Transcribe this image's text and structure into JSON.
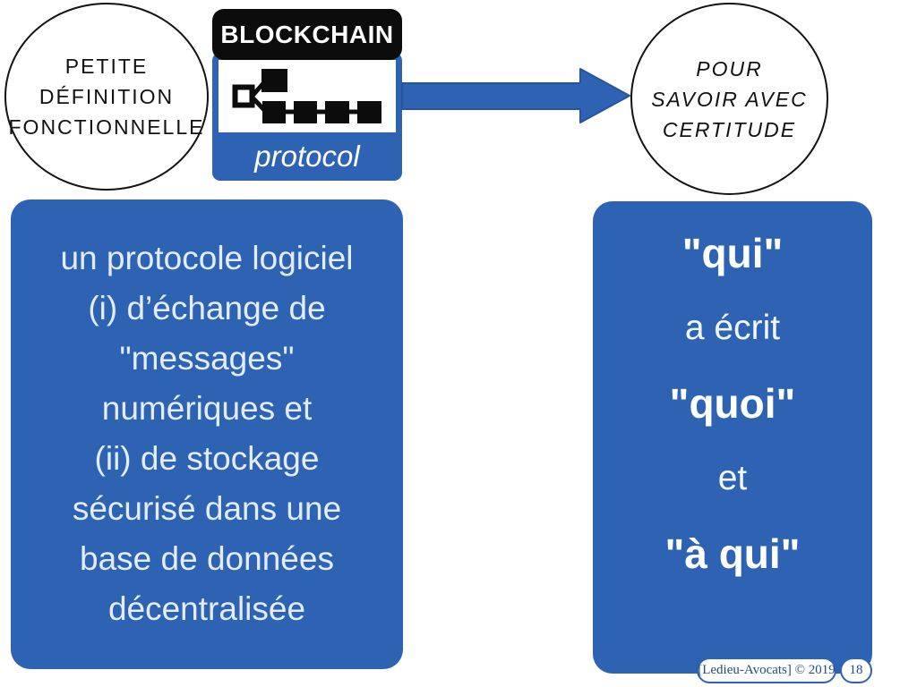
{
  "colors": {
    "accent": "#2E63B4",
    "accent-dark": "#2456A0",
    "ink": "#121212",
    "text-on-blue": "#E2ECFA",
    "footer-text": "#1F4E79"
  },
  "left_bubble": {
    "lines": [
      "PETITE",
      "DÉFINITION",
      "FONCTIONNELLE"
    ]
  },
  "right_bubble": {
    "lines": [
      "POUR",
      "SAVOIR AVEC",
      "CERTITUDE"
    ]
  },
  "logo": {
    "title": "BLOCKCHAIN",
    "subtitle": "protocol",
    "icon": "blockchain-diagram-icon"
  },
  "left_box": {
    "lines": [
      "un protocole logiciel",
      "(i) d’échange de",
      "\"messages\"",
      "numériques et",
      "(ii) de stockage",
      "sécurisé dans une",
      "base de données",
      "décentralisée"
    ]
  },
  "right_box": {
    "lines": [
      "\"qui\"",
      "a écrit",
      "\"quoi\"",
      "et",
      "\"à qui\""
    ]
  },
  "footer": {
    "copyright": "[Ledieu-Avocats] © 2019",
    "page_number": "18"
  }
}
